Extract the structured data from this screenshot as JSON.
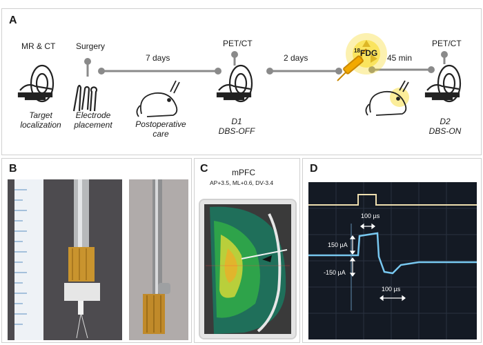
{
  "panel_a": {
    "label": "A",
    "stages": {
      "mrct": {
        "title": "MR & CT",
        "caption_line1": "Target",
        "caption_line2": "localization"
      },
      "surgery": {
        "title": "Surgery",
        "caption_line1": "Electrode",
        "caption_line2": "placement"
      },
      "postop": {
        "interval": "7 days",
        "caption_line1": "Postoperative",
        "caption_line2": "care"
      },
      "pet1": {
        "title": "PET/CT",
        "caption_line1": "D1",
        "caption_line2": "DBS-OFF"
      },
      "fdg": {
        "interval": "2 days",
        "tracer_sup": "18",
        "tracer": "FDG"
      },
      "pet2": {
        "interval": "45 min",
        "title": "PET/CT",
        "caption_line1": "D2",
        "caption_line2": "DBS-ON"
      }
    },
    "colors": {
      "timeline": "#8a8a8a",
      "tracer_glow": "#f7d81e",
      "syringe": "#f2a900"
    }
  },
  "panel_b": {
    "label": "B"
  },
  "panel_c": {
    "label": "C",
    "title": "mPFC",
    "coords": "AP+3.5, ML+0.6, DV-3.4"
  },
  "panel_d": {
    "label": "D",
    "pulse_width_top": "100 µs",
    "amplitude_pos": "150 µA",
    "amplitude_neg": "-150 µA",
    "pulse_width_bottom": "100 µs",
    "colors": {
      "trace": "#78c8f0",
      "trigger": "#f0e0b0"
    }
  }
}
